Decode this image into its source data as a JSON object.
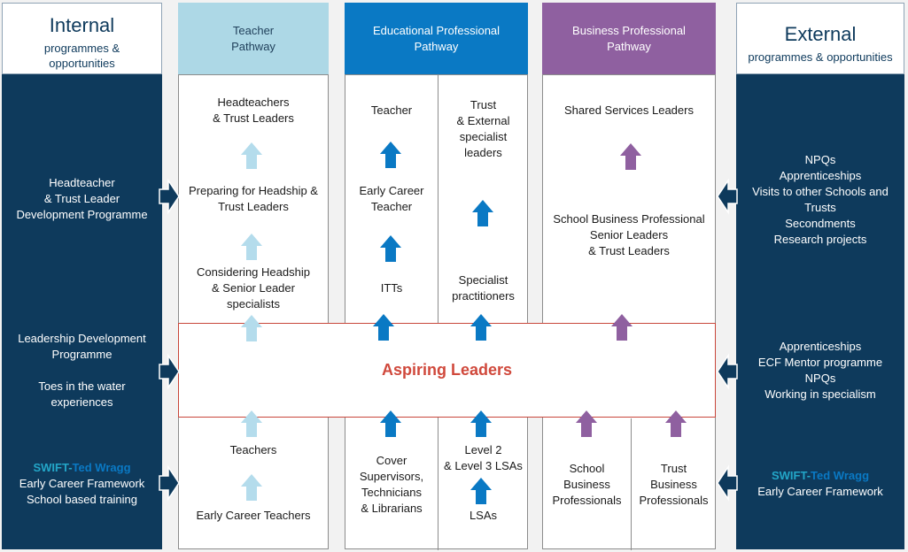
{
  "left": {
    "title": "Internal",
    "subtitle": "programmes & opportunities",
    "group1": [
      "Headteacher",
      "& Trust Leader",
      "Development Programme"
    ],
    "group2": [
      "Leadership Development",
      "Programme"
    ],
    "group3": [
      "Toes in the water",
      "experiences"
    ],
    "group4_swift": "SWIFT",
    "group4_dash": "-",
    "group4_ted": "Ted Wragg",
    "group4_lines": [
      "Early Career Framework",
      "School based training"
    ]
  },
  "right": {
    "title": "External",
    "subtitle": "programmes & opportunities",
    "group1": [
      "NPQs",
      "Apprenticeships",
      "Visits to other Schools and",
      "Trusts",
      "Secondments",
      "Research projects"
    ],
    "group2": [
      "Apprenticeships",
      "ECF Mentor programme",
      "NPQs",
      "Working in specialism"
    ],
    "group3_swift": "SWIFT",
    "group3_dash": "-",
    "group3_ted": "Ted Wragg",
    "group3_lines": [
      "Early Career Framework"
    ]
  },
  "teacher": {
    "header": [
      "Teacher",
      "Pathway"
    ],
    "role1": [
      "Headteachers",
      "& Trust Leaders"
    ],
    "role2": [
      "Preparing for Headship &",
      "Trust Leaders"
    ],
    "role3": [
      "Considering Headship",
      "& Senior Leader",
      "specialists"
    ],
    "role4": "Teachers",
    "role5": "Early Career Teachers"
  },
  "edu": {
    "header": [
      "Educational Professional",
      "Pathway"
    ],
    "left1": "Teacher",
    "left2": [
      "Early Career",
      "Teacher"
    ],
    "left3": "ITTs",
    "right1": [
      "Trust",
      "& External",
      "specialist",
      "leaders"
    ],
    "right2": [
      "Specialist",
      "practitioners"
    ],
    "bottom_left": [
      "Cover",
      "Supervisors,",
      "Technicians",
      "& Librarians"
    ],
    "bottom_right1": [
      "Level 2",
      "& Level 3 LSAs"
    ],
    "bottom_right2": "LSAs"
  },
  "biz": {
    "header": [
      "Business Professional",
      "Pathway"
    ],
    "role1": "Shared Services Leaders",
    "role2": [
      "School Business Professional",
      "Senior Leaders",
      "& Trust Leaders"
    ],
    "bottom_left": [
      "School",
      "Business",
      "Professionals"
    ],
    "bottom_right": [
      "Trust",
      "Business",
      "Professionals"
    ]
  },
  "center": {
    "aspiring": "Aspiring Leaders"
  },
  "colors": {
    "navy": "#0e3a5c",
    "teacher_head": "#add8e6",
    "teacher_arrow": "#b4dcec",
    "edu_head": "#0a79c4",
    "edu_arrow": "#0a79c4",
    "biz_head": "#8f60a0",
    "biz_arrow": "#8f60a0",
    "aspiring_text": "#d0493c"
  }
}
